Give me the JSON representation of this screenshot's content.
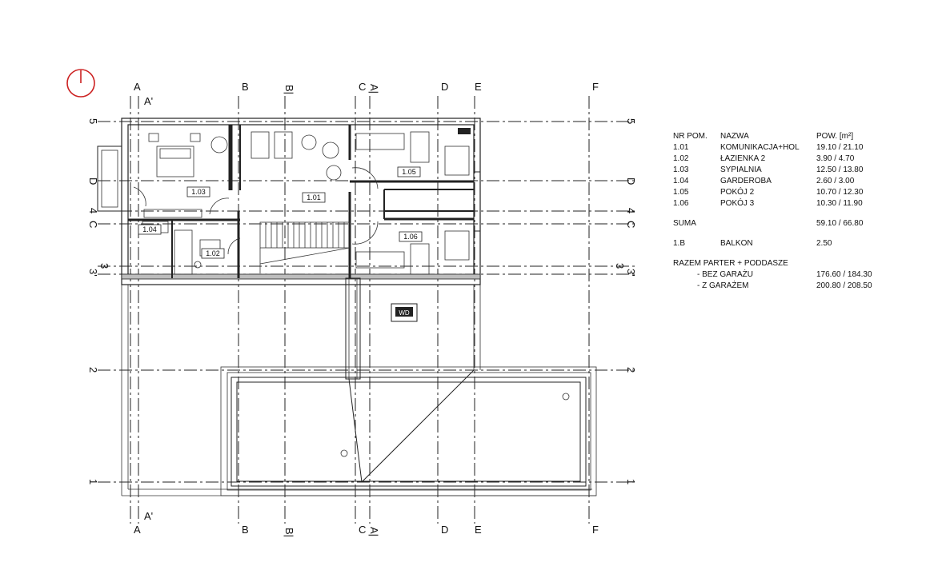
{
  "axes": {
    "top": [
      "A",
      "A'",
      "B",
      "B|",
      "C",
      "A|",
      "D",
      "E",
      "F"
    ],
    "bottom": [
      "A",
      "A'",
      "B",
      "B|",
      "C",
      "A|",
      "D",
      "E",
      "F"
    ],
    "left": [
      "5",
      "D",
      "4",
      "C",
      "3'",
      "3",
      "2",
      "1"
    ],
    "right": [
      "5",
      "D",
      "4",
      "C",
      "3",
      "3'",
      "2",
      "1"
    ]
  },
  "rooms": [
    "1.01",
    "1.02",
    "1.03",
    "1.04",
    "1.05",
    "1.06"
  ],
  "markers": {
    "north_color": "#cc2222",
    "chimney_tag": "WD"
  },
  "legend": {
    "headers": {
      "nr": "NR POM.",
      "name": "NAZWA",
      "area": "POW. [m²]"
    },
    "rows": [
      {
        "nr": "1.01",
        "name": "KOMUNIKACJA+HOL",
        "area": "19.10 / 21.10"
      },
      {
        "nr": "1.02",
        "name": "ŁAZIENKA 2",
        "area": "3.90 / 4.70"
      },
      {
        "nr": "1.03",
        "name": "SYPIALNIA",
        "area": "12.50 / 13.80"
      },
      {
        "nr": "1.04",
        "name": "GARDEROBA",
        "area": "2.60 / 3.00"
      },
      {
        "nr": "1.05",
        "name": "POKÓJ 2",
        "area": "10.70 / 12.30"
      },
      {
        "nr": "1.06",
        "name": "POKÓJ 3",
        "area": "10.30 / 11.90"
      }
    ],
    "suma": {
      "label": "SUMA",
      "area": "59.10 / 66.80"
    },
    "balkon": {
      "nr": "1.B",
      "name": "BALKON",
      "area": "2.50"
    },
    "razem": {
      "title": "RAZEM PARTER + PODDASZE",
      "bez_label": "- BEZ GARAŻU",
      "bez_area": "176.60 / 184.30",
      "z_label": "- Z GARAŻEM",
      "z_area": "200.80 / 208.50"
    }
  }
}
